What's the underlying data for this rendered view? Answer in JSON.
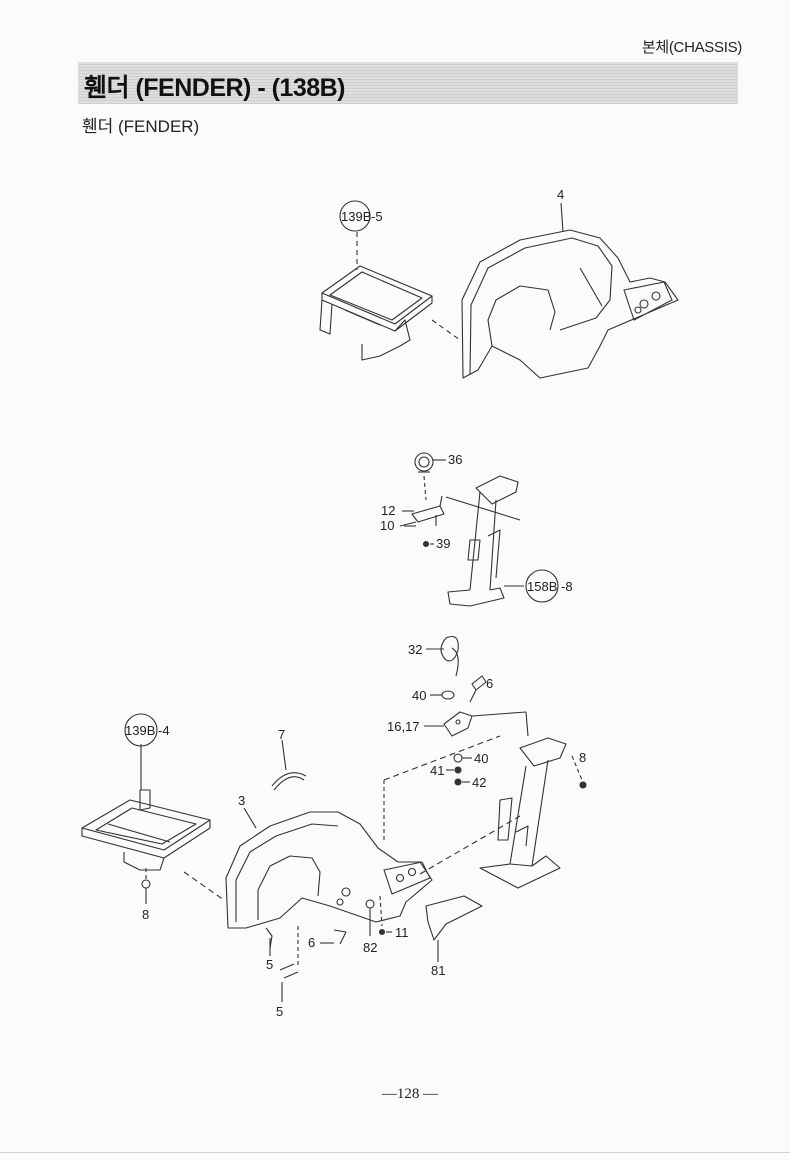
{
  "header": {
    "section": "본체(CHASSIS)",
    "title": "휀더 (FENDER) - (138B)",
    "subtitle": "휀더 (FENDER)"
  },
  "callouts": {
    "ref_139b_5": "139B",
    "ref_139b_5_suffix": "-5",
    "label_4": "4",
    "label_36": "36",
    "label_12": "12",
    "label_10": "10",
    "label_39": "39",
    "ref_158b_8": "158B",
    "ref_158b_8_suffix": "-8",
    "label_32": "32",
    "label_6_top": "6",
    "label_40_upper": "40",
    "label_16_17": "16,17",
    "label_40_lower": "40",
    "label_41": "41",
    "label_42": "42",
    "ref_139b_4": "139B",
    "ref_139b_4_suffix": "-4",
    "label_7": "7",
    "label_3": "3",
    "label_8_left": "8",
    "label_8_right": "8",
    "label_6_bottom": "6",
    "label_5_upper": "5",
    "label_5_lower": "5",
    "label_82": "82",
    "label_11": "11",
    "label_81": "81"
  },
  "footer": {
    "page_number": "—128 —"
  }
}
